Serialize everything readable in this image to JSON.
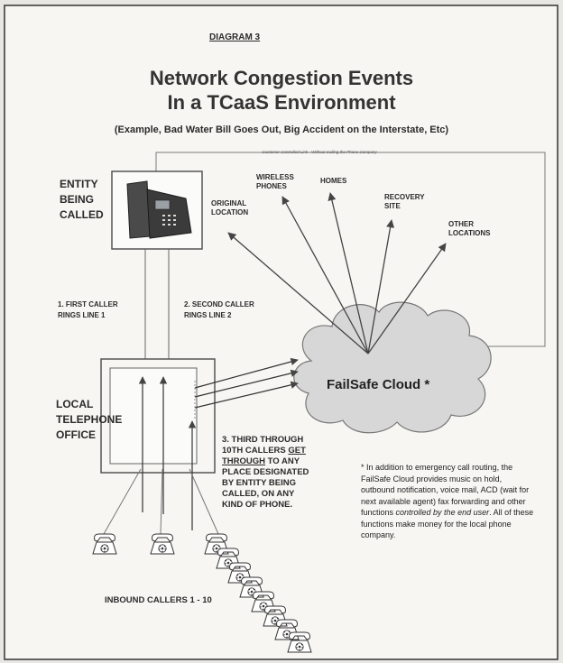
{
  "diagram_number": "DIAGRAM 3",
  "title_line1": "Network Congestion Events",
  "title_line2": "In a TCaaS Environment",
  "subtitle": "(Example, Bad Water Bill Goes Out, Big Accident on the Interstate, Etc)",
  "customer_link": "Customer Controlled Link - Without Calling the Phone Company",
  "entity_label": [
    "ENTITY",
    "BEING",
    "CALLED"
  ],
  "destinations": {
    "original": [
      "ORIGINAL",
      "LOCATION"
    ],
    "wireless": [
      "WIRELESS",
      "PHONES"
    ],
    "homes": "HOMES",
    "recovery": [
      "RECOVERY",
      "SITE"
    ],
    "other": [
      "OTHER",
      "LOCATIONS"
    ]
  },
  "first_caller": [
    "1. FIRST CALLER",
    "RINGS LINE 1"
  ],
  "second_caller": [
    "2. SECOND CALLER",
    "RINGS LINE 2"
  ],
  "office_label": [
    "LOCAL",
    "TELEPHONE",
    "OFFICE"
  ],
  "cloud_label": "FailSafe Cloud *",
  "third_callers": {
    "line1": "3. THIRD THROUGH",
    "line2_prefix": "10TH CALLERS ",
    "line2_underlined": "GET",
    "line3_underlined": "THROUGH",
    "line3_suffix": " TO ANY",
    "line4": "PLACE DESIGNATED",
    "line5": "BY ENTITY BEING",
    "line6": "CALLED, ON ANY",
    "line7": "KIND OF PHONE."
  },
  "footnote": {
    "before_italic": "* In addition to emergency call routing, the FailSafe Cloud provides music on hold, outbound notification, voice mail, ACD (wait for next available agent) fax forwarding and other functions ",
    "italic": "controlled by the end user",
    "after_italic": ".  All of these functions make money for the local phone company."
  },
  "inbound_label": "INBOUND CALLERS 1 - 10",
  "colors": {
    "cloud_fill": "#d7d7d7",
    "line": "#6b6b6b",
    "page_bg": "#e9e7e3"
  },
  "icons": [
    "desk-phone-icon",
    "rotary-phone-icon"
  ]
}
